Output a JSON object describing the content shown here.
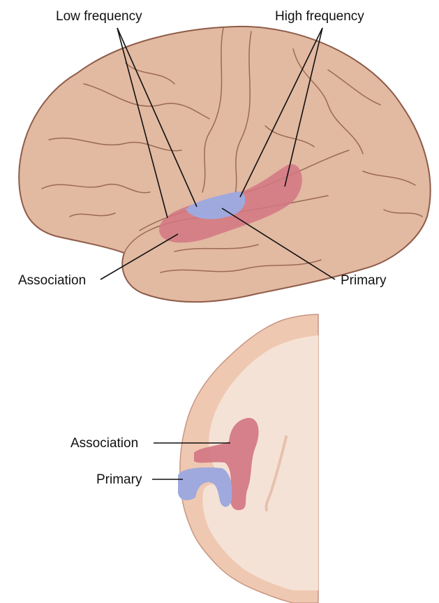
{
  "labels": {
    "low_frequency": "Low frequency",
    "high_frequency": "High frequency",
    "association_top": "Association",
    "primary_top": "Primary",
    "association_bottom": "Association",
    "primary_bottom": "Primary"
  },
  "colors": {
    "brain_fill": "#e2b9a1",
    "brain_outline": "#8e5c49",
    "association_area": "#d27583",
    "primary_area": "#9fa9de",
    "section_white_matter": "#f5e2d6",
    "section_gray_matter": "#efc8b1"
  }
}
